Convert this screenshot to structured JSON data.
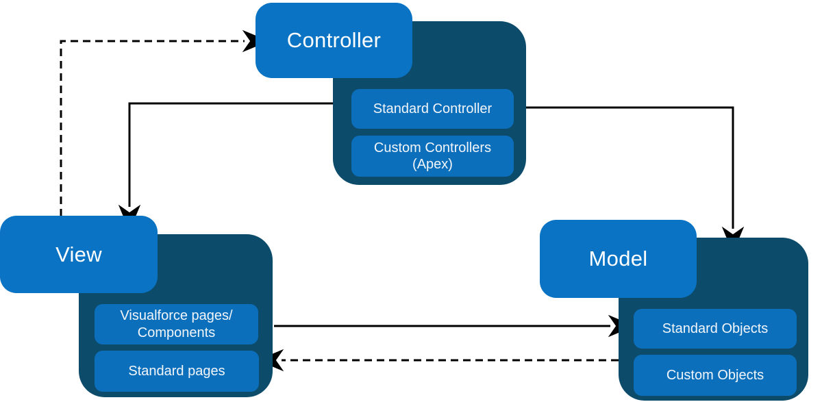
{
  "diagram_type": "mvc-architecture",
  "colors": {
    "background": "#ffffff",
    "node_label_fill": "#0a73c4",
    "container_fill": "#0d4b6b",
    "item_fill": "#0c6fbc",
    "text": "#ffffff",
    "arrow": "#000000"
  },
  "nodes": {
    "controller": {
      "label": "Controller",
      "items": [
        {
          "text": "Standard Controller"
        },
        {
          "line1": "Custom Controllers",
          "line2": "(Apex)"
        }
      ]
    },
    "view": {
      "label": "View",
      "items": [
        {
          "line1": "Visualforce pages/",
          "line2": "Components"
        },
        {
          "text": "Standard pages"
        }
      ]
    },
    "model": {
      "label": "Model",
      "items": [
        {
          "text": "Standard Objects"
        },
        {
          "text": "Custom Objects"
        }
      ]
    }
  },
  "edges": [
    {
      "from": "view",
      "to": "controller",
      "style": "dashed"
    },
    {
      "from": "controller",
      "to": "view",
      "style": "solid"
    },
    {
      "from": "controller",
      "to": "model",
      "style": "solid"
    },
    {
      "from": "view",
      "to": "model",
      "style": "solid"
    },
    {
      "from": "model",
      "to": "view",
      "style": "dashed"
    }
  ]
}
